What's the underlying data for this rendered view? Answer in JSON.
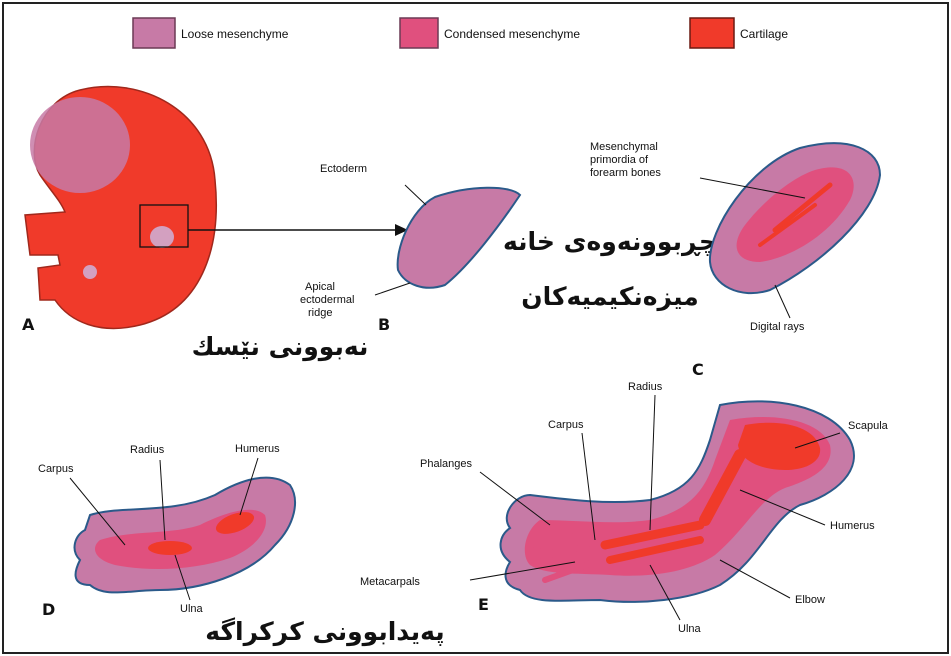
{
  "legend": {
    "items": [
      {
        "label": "Loose mesenchyme",
        "color": "#c77aa6"
      },
      {
        "label": "Condensed mesenchyme",
        "color": "#e0507e"
      },
      {
        "label": "Cartilage",
        "color": "#f03a2a"
      }
    ]
  },
  "panels": {
    "a": "A",
    "b": "B",
    "c": "C",
    "d": "D",
    "e": "E"
  },
  "labels": {
    "ectoderm": "Ectoderm",
    "aer_line1": "Apical",
    "aer_line2": "ectodermal",
    "aer_line3": "ridge",
    "mes_line1": "Mesenchymal",
    "mes_line2": "primordia of",
    "mes_line3": "forearm bones",
    "digital_rays": "Digital rays",
    "d_carpus": "Carpus",
    "d_radius": "Radius",
    "d_humerus": "Humerus",
    "d_ulna": "Ulna",
    "e_carpus": "Carpus",
    "e_radius": "Radius",
    "e_phalanges": "Phalanges",
    "e_scapula": "Scapula",
    "e_humerus": "Humerus",
    "e_metacarpals": "Metacarpals",
    "e_elbow": "Elbow",
    "e_ulna": "Ulna"
  },
  "kurdish": {
    "limb_bud": "نەبوونی نێسك",
    "mesenchyme_l1": "چڕبوونەوەی خانە",
    "mesenchyme_l2": "میزەنکیمیەکان",
    "cartilage": "پەیدابوونی کرکراگە"
  },
  "colors": {
    "loose": "#c77aa6",
    "condensed": "#e0507e",
    "cartilage": "#f03a2a",
    "outline": "#2b5a8a",
    "background": "#ffffff"
  }
}
